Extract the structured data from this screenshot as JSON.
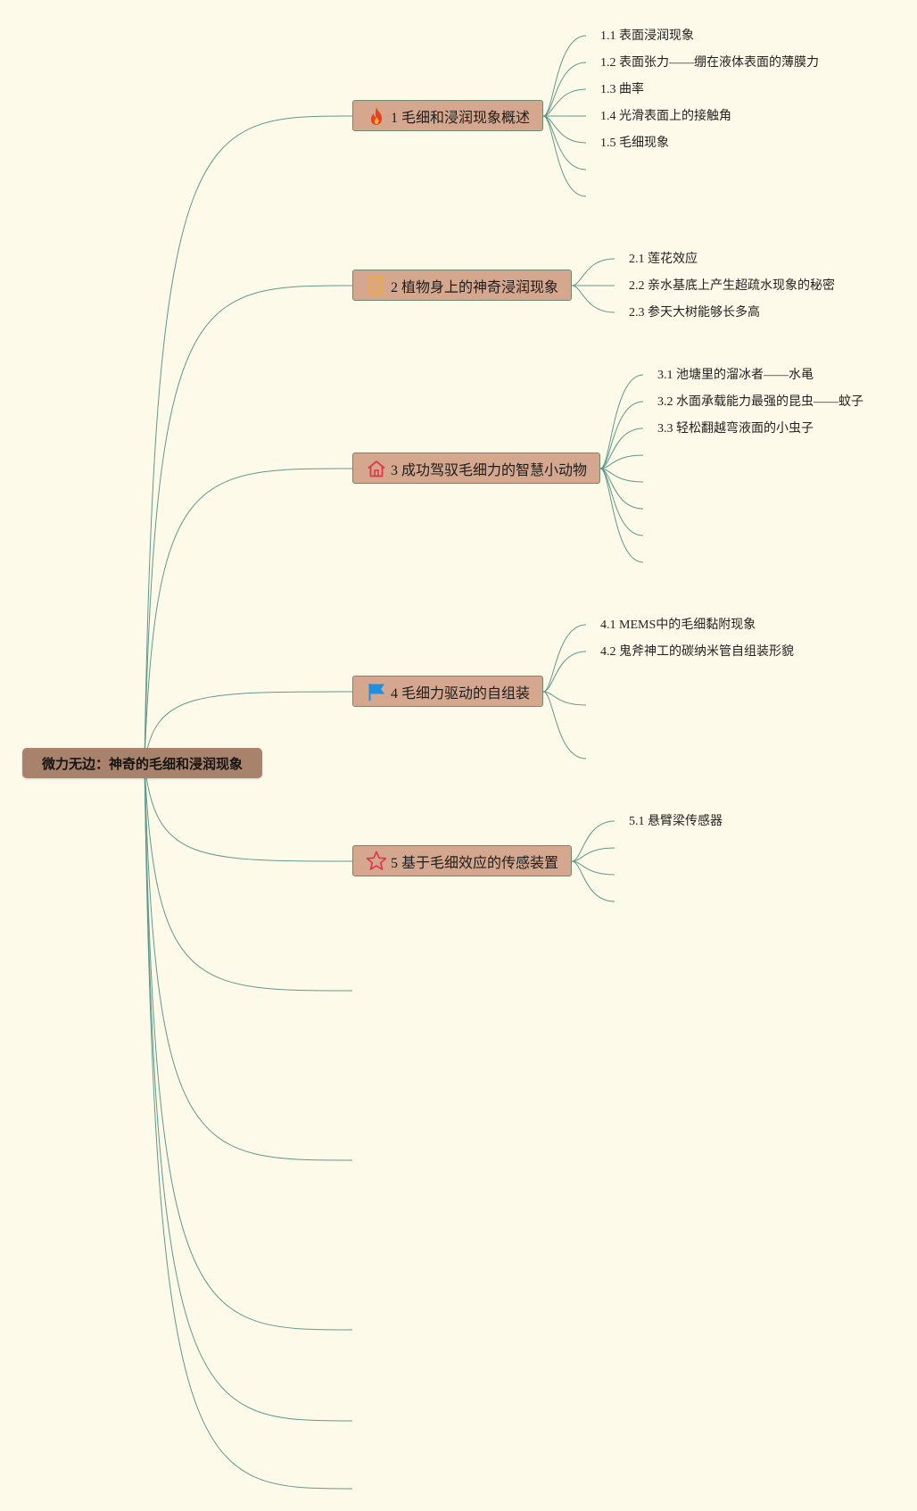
{
  "root": {
    "label": "微力无边：神奇的毛细和浸润现象"
  },
  "branches": [
    {
      "label": "1 毛细和浸润现象概述",
      "icon": "fire-icon",
      "children": [
        "1.1 表面浸润现象",
        "1.2 表面张力——绷在液体表面的薄膜力",
        "1.3 曲率",
        "1.4 光滑表面上的接触角",
        "1.5 毛细现象"
      ]
    },
    {
      "label": "2 植物身上的神奇浸润现象",
      "icon": "building-icon",
      "children": [
        "2.1 莲花效应",
        "2.2 亲水基底上产生超疏水现象的秘密",
        "2.3 参天大树能够长多高"
      ]
    },
    {
      "label": "3 成功驾驭毛细力的智慧小动物",
      "icon": "home-icon",
      "children": [
        "3.1 池塘里的溜冰者——水黾",
        "3.2 水面承载能力最强的昆虫——蚊子",
        "3.3 轻松翻越弯液面的小虫子"
      ]
    },
    {
      "label": "4 毛细力驱动的自组装",
      "icon": "flag-icon",
      "children": [
        "4.1 MEMS中的毛细黏附现象",
        "4.2 鬼斧神工的碳纳米管自组装形貌"
      ]
    },
    {
      "label": "5 基于毛细效应的传感装置",
      "icon": "star-icon",
      "children": [
        "5.1 悬臂梁传感器"
      ]
    }
  ],
  "colors": {
    "background": "#fefae9",
    "connector": "#5f9a8c",
    "root_fill": "#a8826b",
    "node_fill": "#d4a78e",
    "fire": "#e8411f",
    "building": "#f2a93b",
    "home": "#e0364a",
    "flag": "#1f8fe0",
    "star": "#e0364a"
  }
}
